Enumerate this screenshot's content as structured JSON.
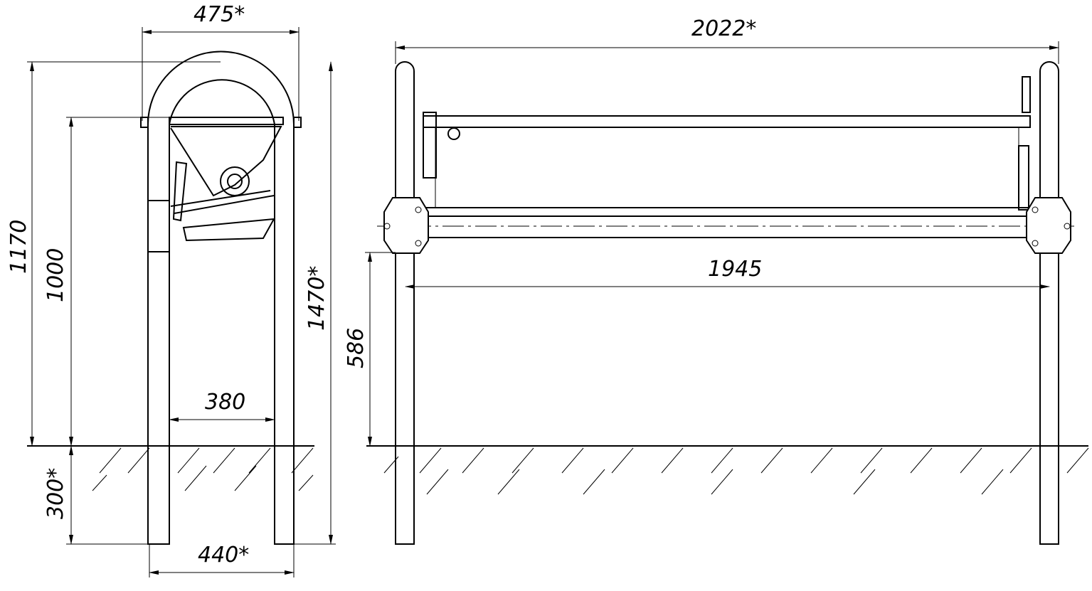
{
  "dimensions": {
    "top_width_side": "475*",
    "total_height": "1170",
    "seat_height_frame": "1000",
    "buried_depth": "300*",
    "tube_length": "1470*",
    "inner_width": "380",
    "base_width": "440*",
    "total_length": "2022*",
    "inner_length": "1945",
    "seat_height": "586"
  }
}
